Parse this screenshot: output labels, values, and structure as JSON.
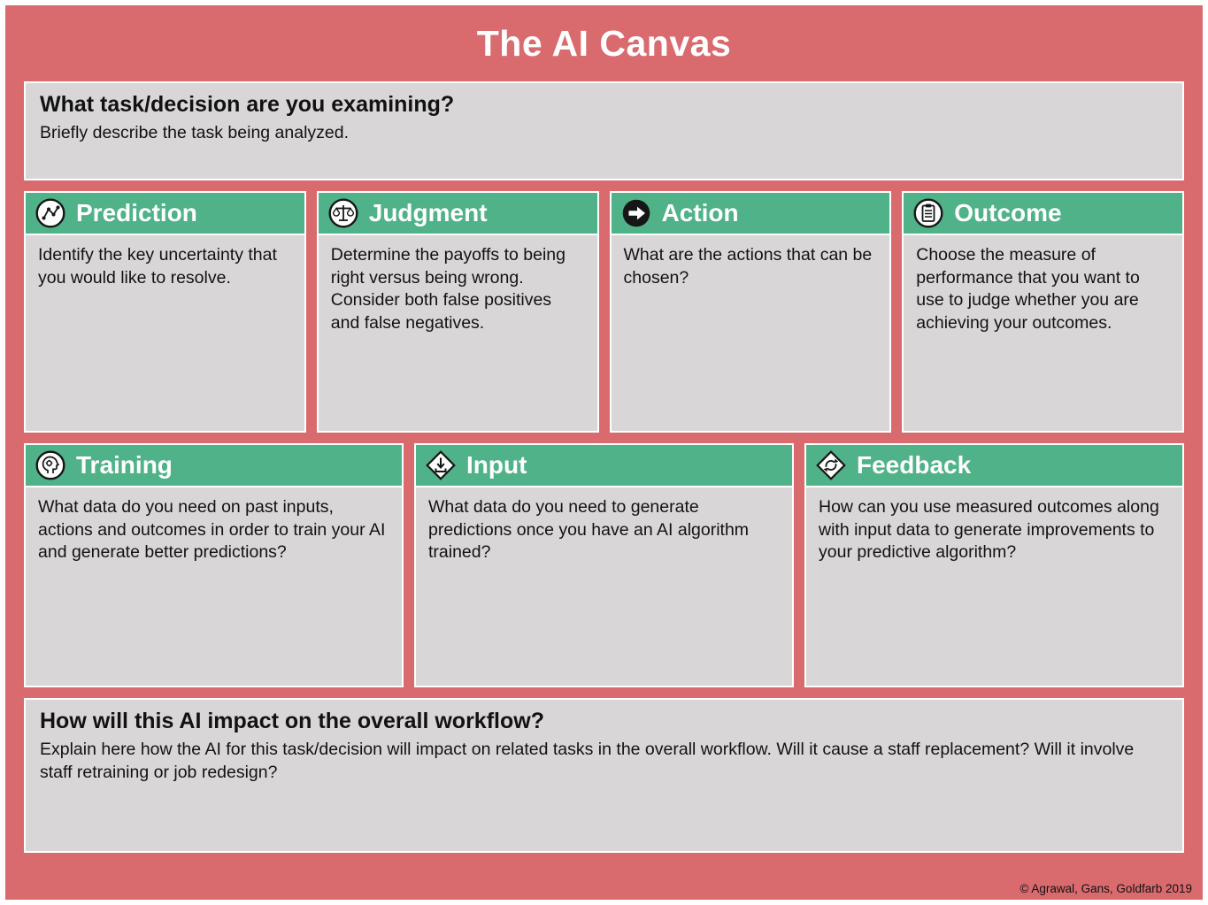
{
  "title": "The AI Canvas",
  "colors": {
    "canvas_red": "#d96b6e",
    "header_green": "#50b288",
    "panel_gray": "#d9d6d7"
  },
  "task_box": {
    "title": "What task/decision are you examining?",
    "subtitle": "Briefly describe the task being analyzed."
  },
  "cards": [
    {
      "label": "Prediction",
      "icon": "prediction-icon",
      "body": "Identify the key uncertainty that you would like to resolve."
    },
    {
      "label": "Judgment",
      "icon": "judgment-icon",
      "body": "Determine the payoffs to being right versus being wrong. Consider both false positives and false negatives."
    },
    {
      "label": "Action",
      "icon": "action-icon",
      "body": "What are the actions that can be chosen?"
    },
    {
      "label": "Outcome",
      "icon": "outcome-icon",
      "body": "Choose the measure of performance that you want to use to judge whether you are achieving your outcomes."
    },
    {
      "label": "Training",
      "icon": "training-icon",
      "body": "What data do you need on past inputs, actions and outcomes in order to train your AI and generate better predictions?"
    },
    {
      "label": "Input",
      "icon": "input-icon",
      "body": "What data do you need to generate predictions once you have an AI algorithm trained?"
    },
    {
      "label": "Feedback",
      "icon": "feedback-icon",
      "body": "How can you use measured outcomes along with input data to generate improvements to your predictive algorithm?"
    }
  ],
  "workflow_box": {
    "title": "How will this AI impact on the overall workflow?",
    "body": "Explain here how the AI for this task/decision will impact on related tasks in the overall workflow. Will it cause a staff replacement? Will it involve staff retraining or job redesign?"
  },
  "footer": {
    "copyright": "© Agrawal, Gans, Goldfarb 2019"
  }
}
